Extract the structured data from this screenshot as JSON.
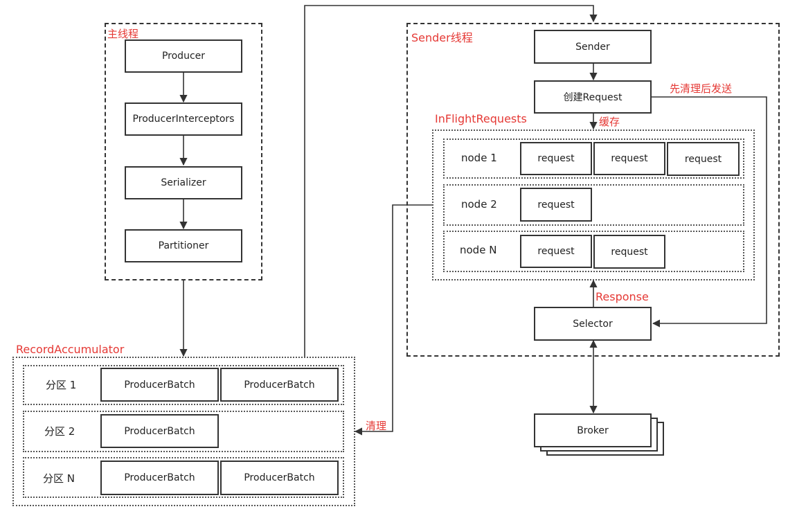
{
  "colors": {
    "accent_label": "#e53935",
    "line": "#333333"
  },
  "main_thread": {
    "title": "主线程",
    "steps": [
      "Producer",
      "ProducerInterceptors",
      "Serializer",
      "Partitioner"
    ]
  },
  "record_accumulator": {
    "title": "RecordAccumulator",
    "partitions": [
      {
        "label": "分区 1",
        "batches": [
          "ProducerBatch",
          "ProducerBatch"
        ]
      },
      {
        "label": "分区 2",
        "batches": [
          "ProducerBatch"
        ]
      },
      {
        "label": "分区 N",
        "batches": [
          "ProducerBatch",
          "ProducerBatch"
        ]
      }
    ]
  },
  "sender_thread": {
    "title": "Sender线程",
    "sender": "Sender",
    "create_request": "创建Request",
    "send_first_note": "先清理后发送",
    "cache_note": "缓存",
    "inflight": {
      "title": "InFlightRequests",
      "nodes": [
        {
          "label": "node 1",
          "requests": [
            "request",
            "request",
            "request"
          ]
        },
        {
          "label": "node 2",
          "requests": [
            "request"
          ]
        },
        {
          "label": "node N",
          "requests": [
            "request",
            "request"
          ]
        }
      ]
    },
    "response_note": "Response",
    "selector": "Selector"
  },
  "clear_note": "清理",
  "broker": "Broker"
}
